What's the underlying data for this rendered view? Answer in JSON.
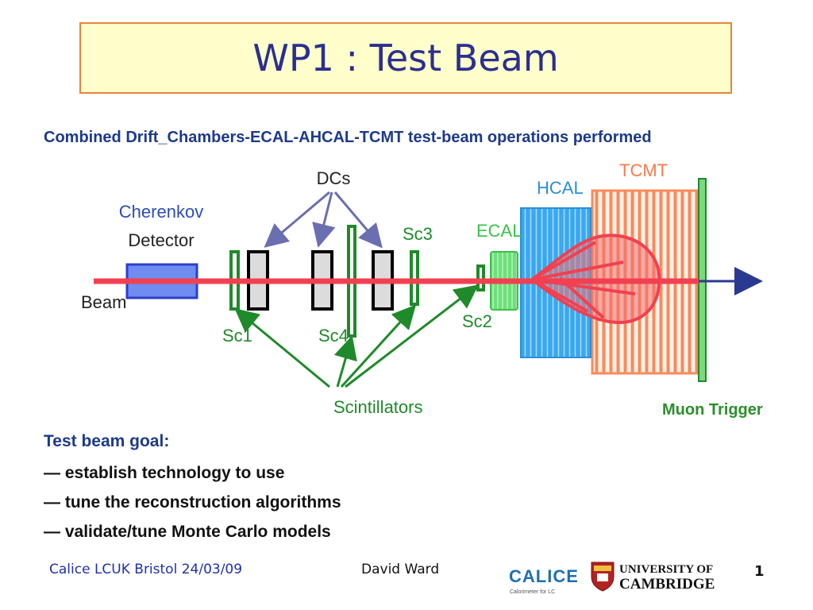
{
  "slide": {
    "title": "WP1 : Test Beam",
    "subtitle": "Combined Drift_Chambers-ECAL-AHCAL-TCMT test-beam operations performed"
  },
  "diagram": {
    "labels": {
      "dcs": "DCs",
      "cherenkov_line1": "Cherenkov",
      "cherenkov_line2": "Detector",
      "beam": "Beam",
      "sc1": "Sc1",
      "sc2": "Sc2",
      "sc3": "Sc3",
      "sc4": "Sc4",
      "ecal": "ECAL",
      "hcal": "HCAL",
      "tcmt": "TCMT",
      "scintillators": "Scintillators",
      "muon_trigger": "Muon Trigger"
    },
    "colors": {
      "beam": "#f24050",
      "scintillator": "#1f8a2a",
      "cherenkov": "#6f8cf0",
      "hcal": "#3aa8f0",
      "tcmt": "#fa8a5a",
      "ecal": "#6ee07a",
      "label_blue": "#2b4db8",
      "arrow_dc": "#6a6fb0"
    }
  },
  "goals": {
    "heading": "Test beam goal:",
    "items": [
      "— establish technology to use",
      "— tune the reconstruction algorithms",
      "— validate/tune Monte Carlo models"
    ]
  },
  "footer": {
    "event": "Calice LCUK Bristol 24/03/09",
    "author": "David Ward",
    "page": "1",
    "calice_logo_text": "CALICE",
    "calice_tagline": "Calorimeter for LC",
    "university_line1": "UNIVERSITY OF",
    "university_line2": "CAMBRIDGE"
  }
}
